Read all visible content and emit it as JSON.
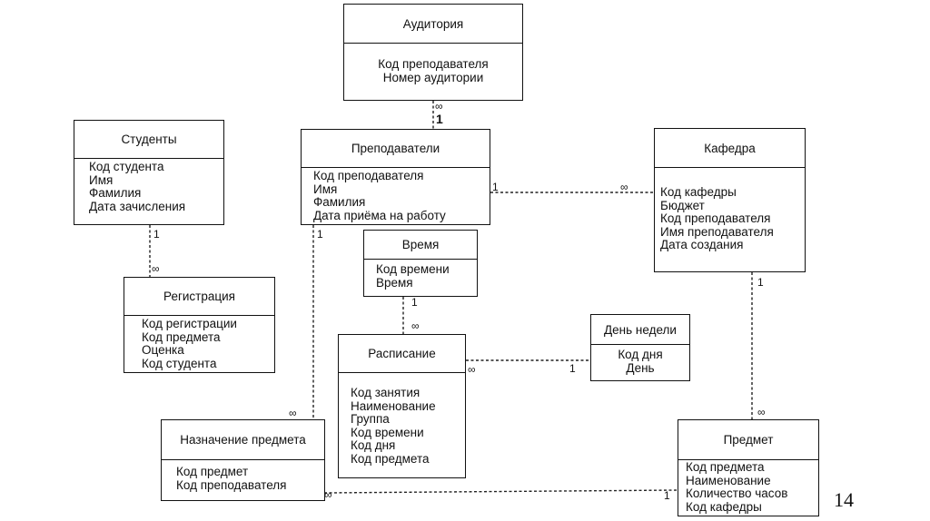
{
  "entities": {
    "auditoriya": {
      "title": "Аудитория",
      "attrs": [
        "Код преподавателя",
        "Номер аудитории"
      ]
    },
    "studenty": {
      "title": "Студенты",
      "attrs": [
        "Код студента",
        "Имя",
        "Фамилия",
        "Дата зачисления"
      ]
    },
    "prepodavateli": {
      "title": "Преподаватели",
      "attrs": [
        "Код преподавателя",
        "Имя",
        "Фамилия",
        "Дата приёма на работу"
      ]
    },
    "kafedra": {
      "title": "Кафедра",
      "attrs": [
        "Код кафедры",
        "Бюджет",
        "Код преподавателя",
        "Имя преподавателя",
        "Дата создания"
      ]
    },
    "vremya": {
      "title": "Время",
      "attrs": [
        "Код времени",
        "Время"
      ]
    },
    "registratsiya": {
      "title": "Регистрация",
      "attrs": [
        "Код регистрации",
        "Код предмета",
        "Оценка",
        "Код студента"
      ]
    },
    "raspisanie": {
      "title": "Расписание",
      "attrs": [
        "Код занятия",
        "Наименование",
        "Группа",
        "Код времени",
        "Код дня",
        "Код предмета"
      ]
    },
    "den_nedeli": {
      "title": "День недели",
      "attrs": [
        "Код дня",
        "День"
      ]
    },
    "naznachenie": {
      "title": "Назначение предмета",
      "attrs": [
        "Код предмет",
        "Код преподавателя"
      ]
    },
    "predmet": {
      "title": "Предмет",
      "attrs": [
        "Код предмета",
        "Наименование",
        "Количество часов",
        "Код кафедры"
      ]
    }
  },
  "cardinality": {
    "one": "1",
    "many": "∞"
  },
  "page_number": "14"
}
